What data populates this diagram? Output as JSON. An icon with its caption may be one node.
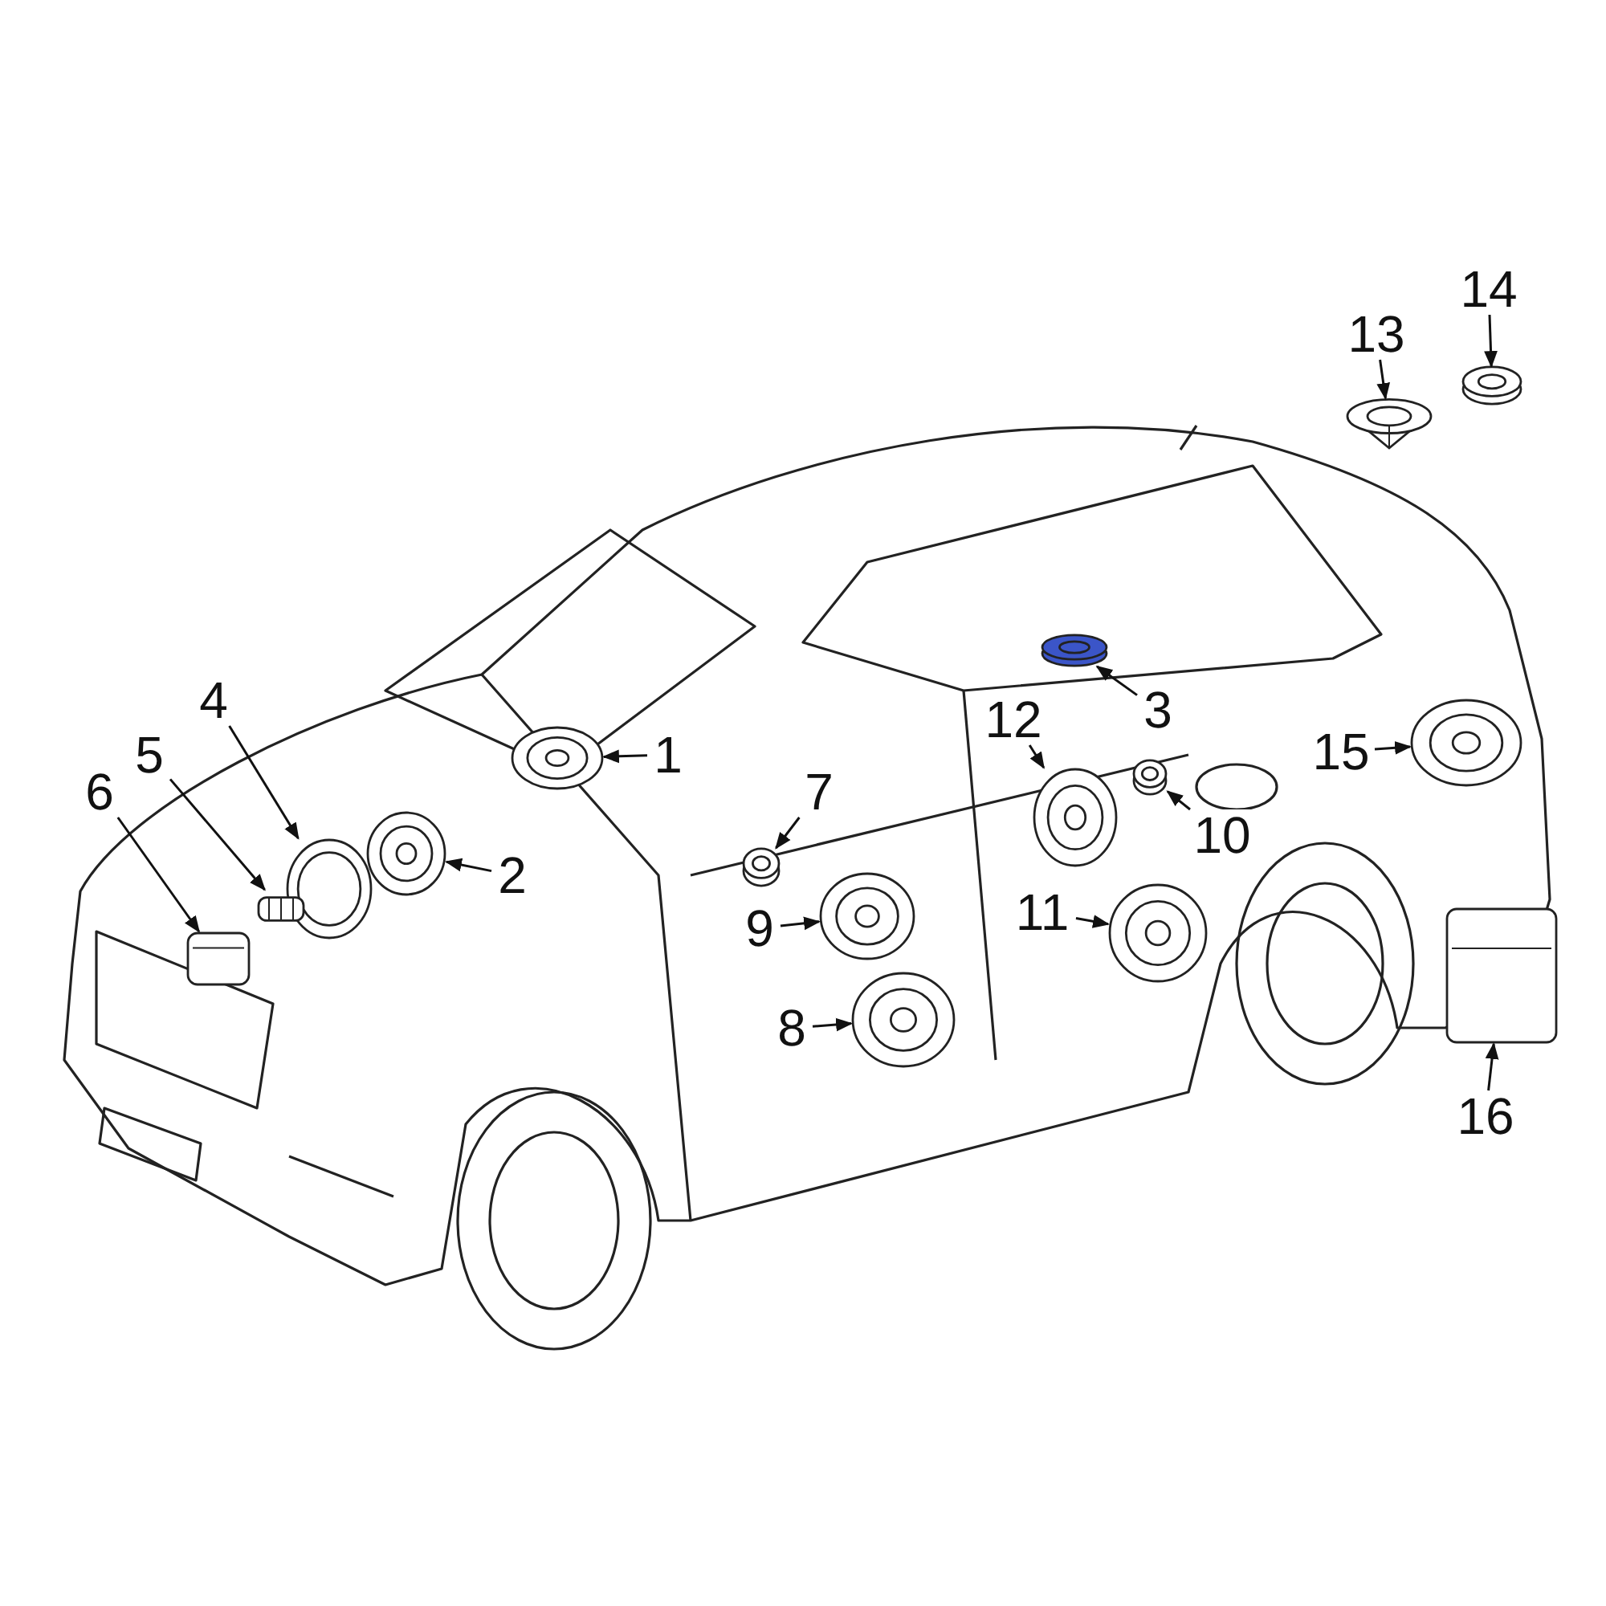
{
  "diagram": {
    "nodes": [
      {
        "text": [
          "1"
        ]
      },
      {
        "text": [
          "2"
        ]
      },
      {
        "text": [
          "3"
        ]
      },
      {
        "text": [
          "4"
        ]
      },
      {
        "text": [
          "5"
        ]
      },
      {
        "text": [
          "6"
        ]
      },
      {
        "text": [
          "7"
        ]
      },
      {
        "text": [
          "8"
        ]
      },
      {
        "text": [
          "9"
        ]
      },
      {
        "text": [
          "10"
        ]
      },
      {
        "text": [
          "11"
        ]
      },
      {
        "text": [
          "12"
        ]
      },
      {
        "text": [
          "13"
        ]
      },
      {
        "text": [
          "14"
        ]
      },
      {
        "text": [
          "15"
        ]
      },
      {
        "text": [
          "16"
        ]
      },
      {
        "text": [],
        "shape": "picture"
      },
      {
        "text": [],
        "shape": "picture"
      },
      {
        "text": [],
        "shape": "picture"
      },
      {
        "text": [],
        "shape": "picture"
      },
      {
        "text": [],
        "shape": "picture"
      },
      {
        "text": [],
        "shape": "picture"
      },
      {
        "text": [],
        "shape": "picture"
      },
      {
        "text": [],
        "shape": "picture"
      },
      {
        "text": [],
        "shape": "picture"
      },
      {
        "text": [],
        "shape": "picture"
      },
      {
        "text": [],
        "shape": "picture"
      },
      {
        "text": [],
        "shape": "picture"
      },
      {
        "text": [],
        "shape": "picture"
      },
      {
        "text": [],
        "shape": "picture"
      },
      {
        "text": [],
        "shape": "picture"
      },
      {
        "text": [],
        "shape": "picture"
      }
    ],
    "edges": [
      {
        "from": 0,
        "to": 16,
        "arrow": "to"
      },
      {
        "from": 1,
        "to": 17,
        "arrow": "to"
      },
      {
        "from": 2,
        "to": 18,
        "arrow": "to"
      },
      {
        "from": 3,
        "to": 19,
        "arrow": "to"
      },
      {
        "from": 4,
        "to": 20,
        "arrow": "to"
      },
      {
        "from": 5,
        "to": 21,
        "arrow": "to"
      },
      {
        "from": 6,
        "to": 22,
        "arrow": "to"
      },
      {
        "from": 7,
        "to": 23,
        "arrow": "to"
      },
      {
        "from": 8,
        "to": 24,
        "arrow": "to"
      },
      {
        "from": 9,
        "to": 25,
        "arrow": "to"
      },
      {
        "from": 10,
        "to": 26,
        "arrow": "to"
      },
      {
        "from": 11,
        "to": 27,
        "arrow": "to"
      },
      {
        "from": 12,
        "to": 28,
        "arrow": "to"
      },
      {
        "from": 13,
        "to": 29,
        "arrow": "to"
      },
      {
        "from": 14,
        "to": 30,
        "arrow": "to"
      },
      {
        "from": 15,
        "to": 31,
        "arrow": "to"
      }
    ]
  }
}
